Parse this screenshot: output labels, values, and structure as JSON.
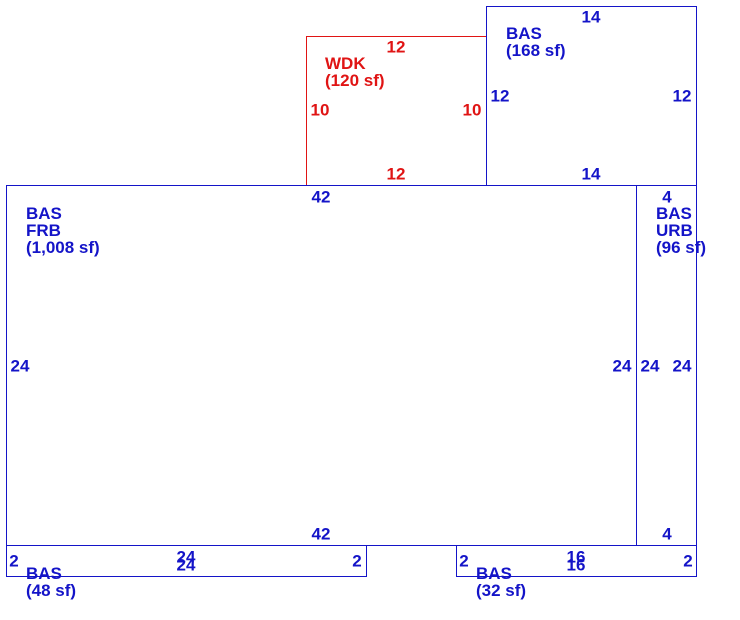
{
  "colors": {
    "bas": "#1414c8",
    "wdk": "#e01414"
  },
  "areas": {
    "wdk": {
      "code": "WDK",
      "area": "(120 sf)",
      "top": "12",
      "bottom": "12",
      "left": "10",
      "right": "10"
    },
    "bas_top": {
      "code": "BAS",
      "area": "(168 sf)",
      "top": "14",
      "bottom": "14",
      "left": "12",
      "right": "12"
    },
    "bas_main": {
      "code": "BAS",
      "sub": "FRB",
      "area": "(1,008 sf)",
      "top": "42",
      "bottom": "42",
      "left": "24",
      "right": "24"
    },
    "bas_side": {
      "code": "BAS",
      "sub": "URB",
      "area": "(96 sf)",
      "top": "4",
      "bottom": "4",
      "left": "24",
      "right": "24"
    },
    "bas_bottom_left": {
      "code": "BAS",
      "area": "(48 sf)",
      "top": "24",
      "bottom": "24",
      "left": "2",
      "right": "2"
    },
    "bas_bottom_right": {
      "code": "BAS",
      "area": "(32 sf)",
      "top": "16",
      "bottom": "16",
      "left": "2",
      "right": "2"
    }
  }
}
